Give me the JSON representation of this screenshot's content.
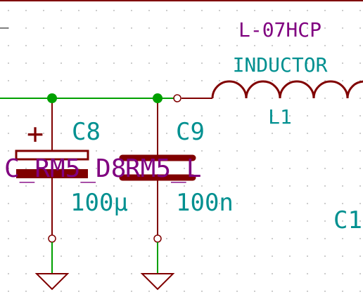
{
  "colors": {
    "background": "#ffffff",
    "grid_dot": "#a8a8a8",
    "wire": "#00a000",
    "body": "#800000",
    "ref": "#009090",
    "footprint": "#800080"
  },
  "components": {
    "c8": {
      "reference": "C8",
      "value": "100µ",
      "footprint": "C_RM5_D8",
      "polarity": "+"
    },
    "c9": {
      "reference": "C9",
      "value": "100n",
      "footprint": "RM5_L"
    },
    "l1": {
      "reference": "L1",
      "value": "INDUCTOR",
      "footprint": "L-07HCP"
    },
    "c_partial": {
      "reference": "C1"
    }
  },
  "icons": {
    "junction": "junction-dot-icon",
    "pin": "pin-circle-icon",
    "ground": "ground-symbol-icon"
  }
}
